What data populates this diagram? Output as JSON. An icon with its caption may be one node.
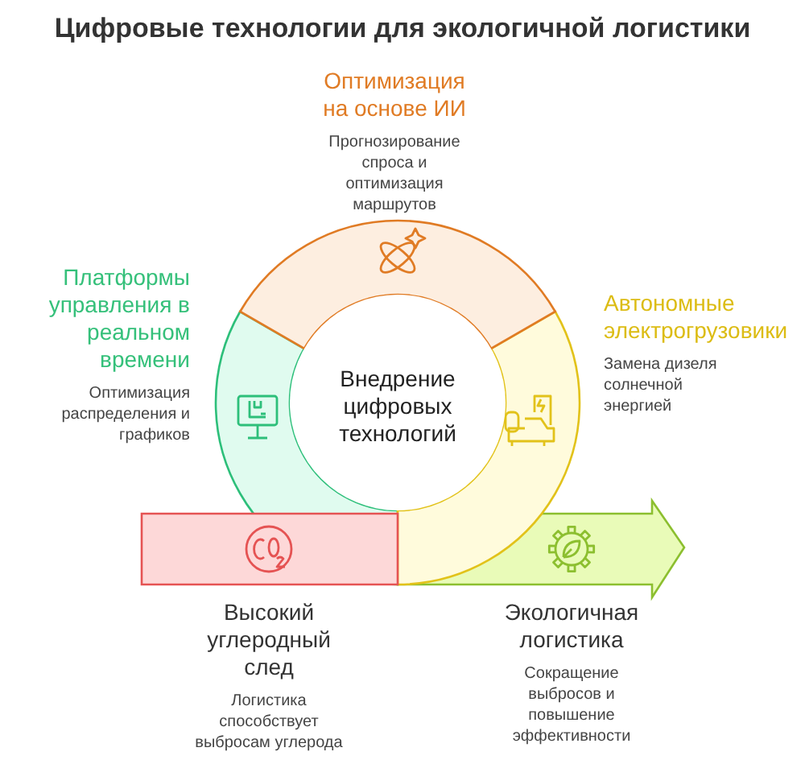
{
  "diagram": {
    "title": "Цифровые технологии для экологичной логистики",
    "nodes": [
      {
        "text": [
          "Внедрение цифровых технологий"
        ]
      },
      {
        "text": [
          "Оптимизация на основе ИИ",
          "Прогнозирование спроса и оптимизация маршрутов"
        ]
      },
      {
        "text": [
          "Платформы управления в реальном времени",
          "Оптимизация распределения и графиков"
        ]
      },
      {
        "text": [
          "Автономные электрогрузовики",
          "Замена дизеля солнечной энергией"
        ]
      },
      {
        "text": [
          "Высокий углеродный след",
          "Логистика способствует выбросам углерода"
        ]
      },
      {
        "text": [
          "Экологичная логистика",
          "Сокращение выбросов и повышение эффективности"
        ]
      }
    ]
  }
}
